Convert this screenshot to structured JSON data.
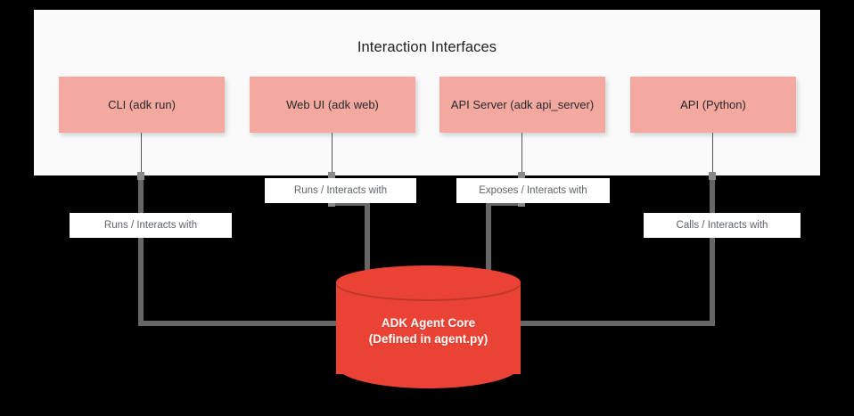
{
  "diagram": {
    "title": "Interaction Interfaces",
    "background_color": "#000000",
    "panel_color": "#fafafa",
    "box_color": "#f4a9a0",
    "core_color": "#ea4335",
    "connector_color": "#666666"
  },
  "interfaces": [
    {
      "id": "cli",
      "label": "CLI (adk run)"
    },
    {
      "id": "web-ui",
      "label": "Web UI (adk web)"
    },
    {
      "id": "api-server",
      "label": "API Server (adk api_server)"
    },
    {
      "id": "api-python",
      "label": "API (Python)"
    }
  ],
  "edges": [
    {
      "id": "cli-edge",
      "label": "Runs / Interacts with",
      "from": "cli",
      "to": "core"
    },
    {
      "id": "webui-edge",
      "label": "Runs / Interacts with",
      "from": "web-ui",
      "to": "core"
    },
    {
      "id": "apiserver-edge",
      "label": "Exposes / Interacts with",
      "from": "api-server",
      "to": "core"
    },
    {
      "id": "apipython-edge",
      "label": "Calls / Interacts with",
      "from": "api-python",
      "to": "core"
    }
  ],
  "core": {
    "line1": "ADK Agent Core",
    "line2": "(Defined in agent.py)"
  }
}
